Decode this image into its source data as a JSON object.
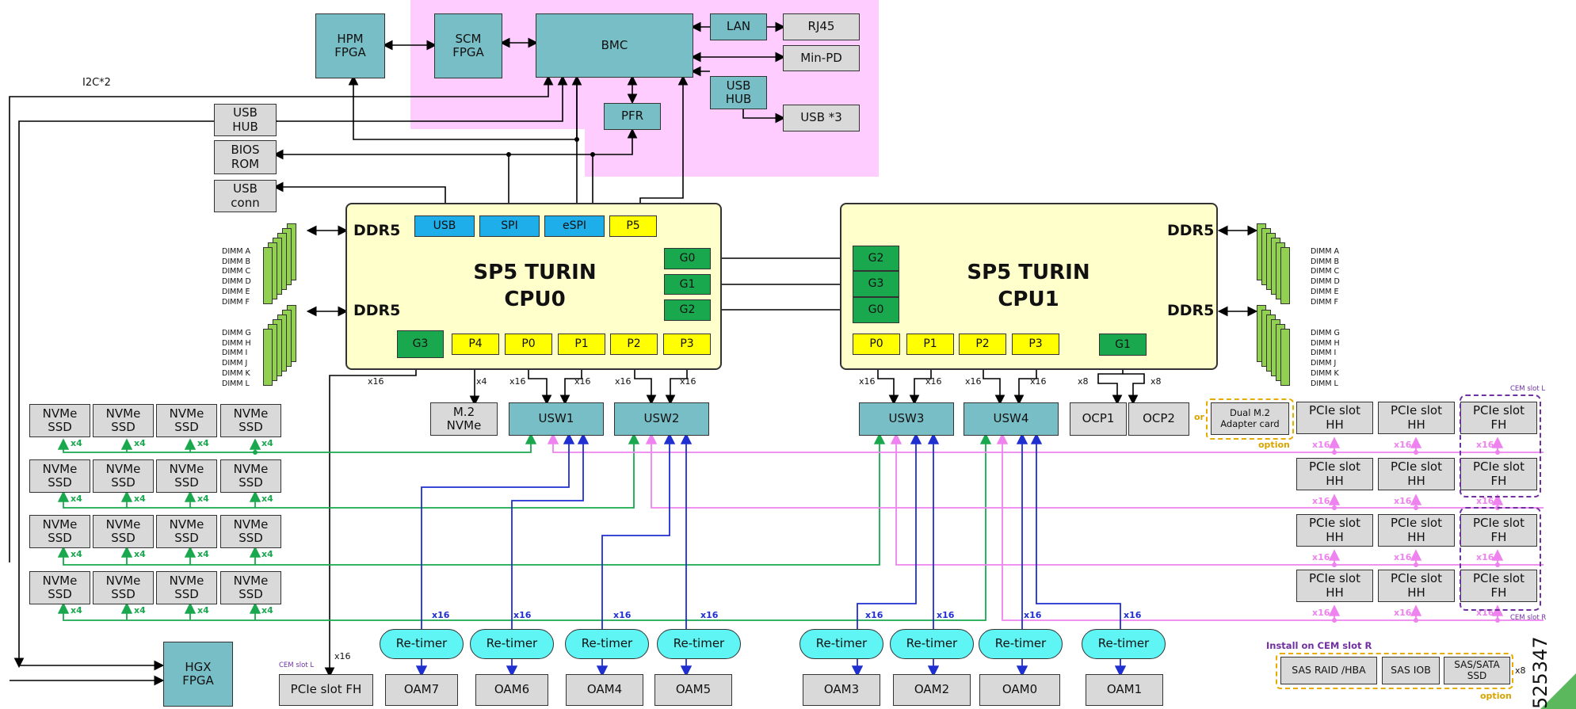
{
  "bmc_area": {
    "hpm_fpga": "HPM\nFPGA",
    "scm_fpga": "SCM\nFPGA",
    "bmc": "BMC",
    "lan": "LAN",
    "rj45": "RJ45",
    "min_pd": "Min-PD",
    "usb_hub_teal": "USB\nHUB",
    "usb3": "USB *3",
    "pfr": "PFR"
  },
  "left_column": {
    "i2c_label": "I2C*2",
    "usb_hub": "USB\nHUB",
    "bios_rom": "BIOS\nROM",
    "usb_conn": "USB\nconn"
  },
  "cpu0": {
    "title": "SP5 TURIN\nCPU0",
    "ddr_top": "DDR5",
    "ddr_bottom": "DDR5",
    "ports_top": [
      "USB",
      "SPI",
      "eSPI",
      "P5"
    ],
    "ports_g": [
      "G0",
      "G1",
      "G2"
    ],
    "port_g3": "G3",
    "ports_p": [
      "P4",
      "P0",
      "P1",
      "P2",
      "P3"
    ]
  },
  "cpu1": {
    "title": "SP5 TURIN\nCPU1",
    "ddr_top": "DDR5",
    "ddr_bottom": "DDR5",
    "ports_g": [
      "G2",
      "G3",
      "G0"
    ],
    "ports_p": [
      "P0",
      "P1",
      "P2",
      "P3"
    ],
    "port_g1": "G1"
  },
  "dimms": {
    "left_top": [
      "DIMM A",
      "DIMM B",
      "DIMM C",
      "DIMM D",
      "DIMM E",
      "DIMM F"
    ],
    "left_bottom": [
      "DIMM G",
      "DIMM H",
      "DIMM I",
      "DIMM J",
      "DIMM K",
      "DIMM L"
    ],
    "right_top": [
      "DIMM A",
      "DIMM B",
      "DIMM C",
      "DIMM D",
      "DIMM E",
      "DIMM F"
    ],
    "right_bottom": [
      "DIMM G",
      "DIMM H",
      "DIMM I",
      "DIMM J",
      "DIMM K",
      "DIMM L"
    ]
  },
  "switches": [
    "USW1",
    "USW2",
    "USW3",
    "USW4"
  ],
  "m2_nvme": "M.2\nNVMe",
  "ocp": [
    "OCP1",
    "OCP2"
  ],
  "nvme_ssd": "NVMe\nSSD",
  "link_labels": {
    "x4": "x4",
    "x16": "x16",
    "x8": "x8",
    "or": "or"
  },
  "retimer": "Re-timer",
  "oams": [
    "OAM7",
    "OAM6",
    "OAM4",
    "OAM5",
    "OAM3",
    "OAM2",
    "OAM0",
    "OAM1"
  ],
  "hgx_fpga": "HGX\nFPGA",
  "pcie_fh_bottom": "PCIe slot FH",
  "cem_slot_l": "CEM slot L",
  "cem_slot_r": "CEM slot R",
  "pcie_hh": "PCIe slot\nHH",
  "pcie_fh": "PCIe slot\nFH",
  "dual_m2": "Dual M.2\nAdapter card",
  "option": "option",
  "install_note": "Install on CEM slot R",
  "storage": [
    "SAS RAID /HBA",
    "SAS IOB",
    "SAS/SATA\nSSD"
  ],
  "figure_number": "525347",
  "colors": {
    "teal": "#78bec6",
    "gray": "#d9d9d9",
    "yellow": "#ffff00",
    "green": "#1aa84f",
    "blue": "#1eaee9",
    "cyan": "#5ff5f5",
    "cpu_fill": "#ffffcc",
    "pink_area": "#ffccff",
    "pcie_link": "#ee82ee",
    "nvme_link": "#1aa84f",
    "oam_link": "#1f2fd0",
    "dimm_green": "#92d050"
  }
}
